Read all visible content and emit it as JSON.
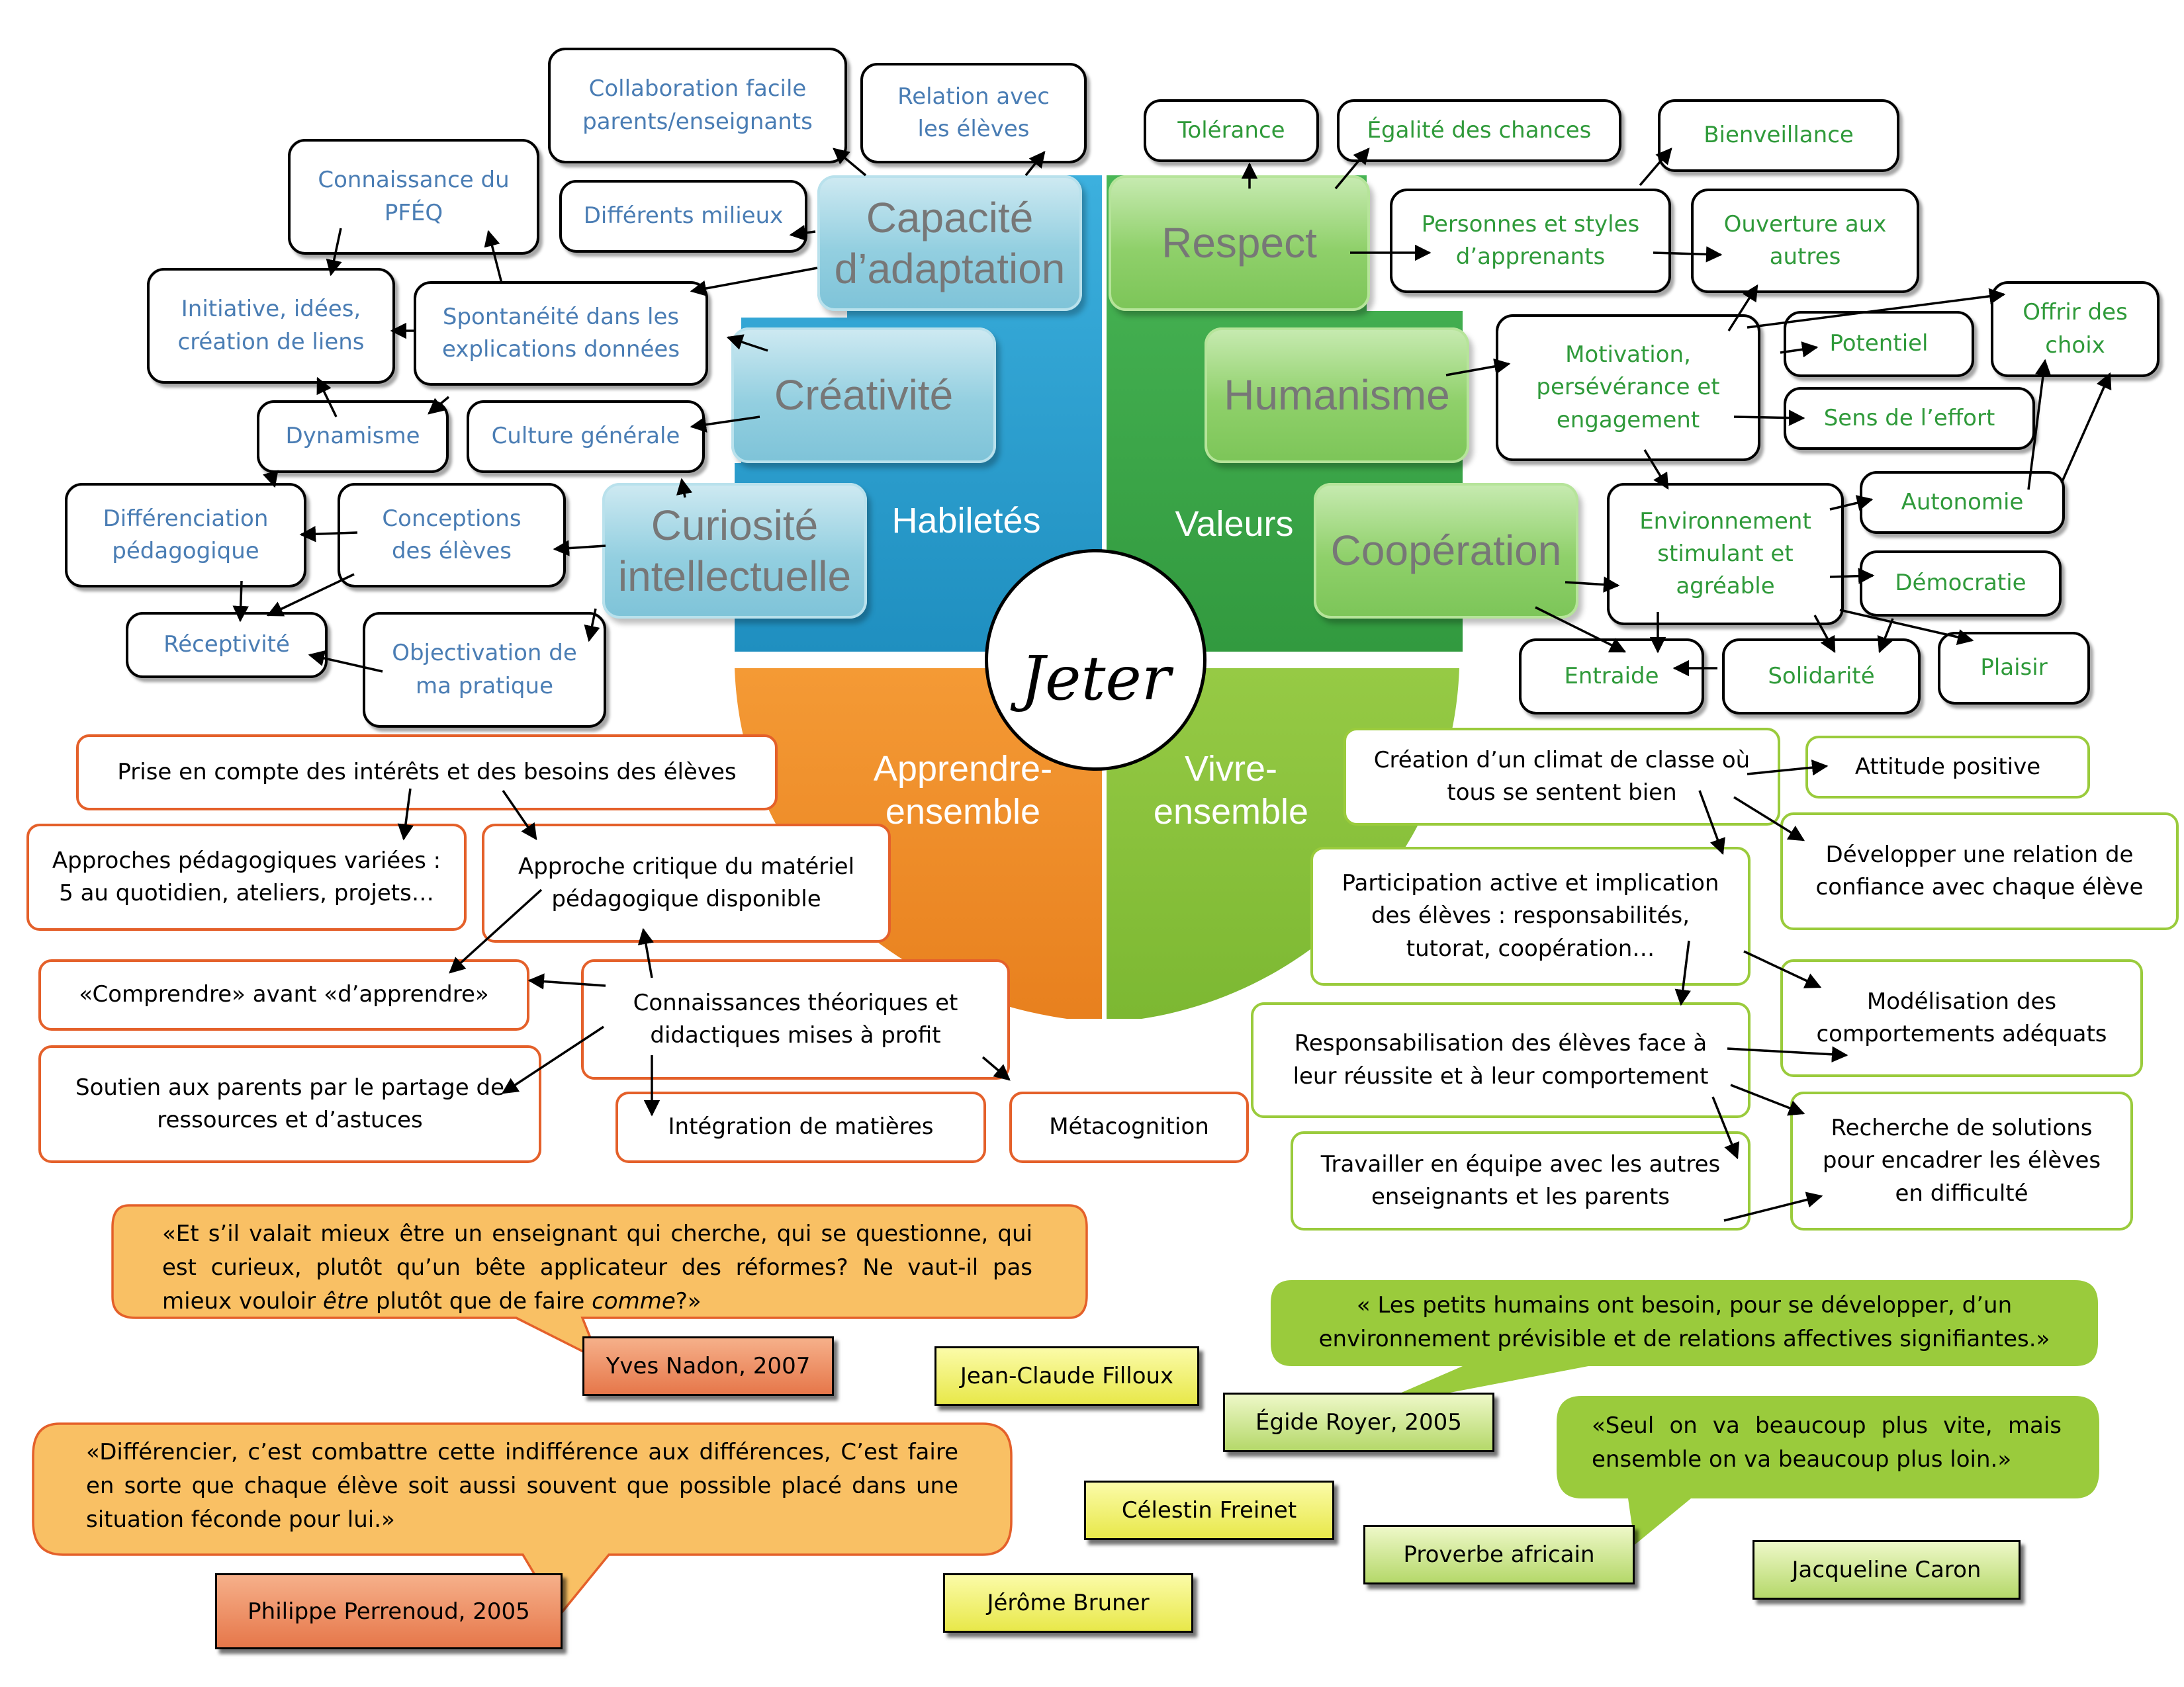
{
  "center": {
    "label": "Jeter"
  },
  "quadrants": {
    "habiletes": {
      "label": "Habiletés",
      "color": "#2a9fd0"
    },
    "valeurs": {
      "label": "Valeurs",
      "color": "#3daa49"
    },
    "apprendre": {
      "label": "Apprendre-\nensemble",
      "color": "#f0912a"
    },
    "vivre": {
      "label": "Vivre-\nensemble",
      "color": "#8cc43c"
    }
  },
  "cores": {
    "capacite": "Capacité\nd’adaptation",
    "creativite": "Créativité",
    "curiosite": "Curiosité\nintellectuelle",
    "respect": "Respect",
    "humanisme": "Humanisme",
    "cooperation": "Coopération"
  },
  "habiletes_items": {
    "collaboration": "Collaboration facile\nparents/enseignants",
    "relation": "Relation avec\nles élèves",
    "pfeq": "Connaissance du\nPFÉQ",
    "milieux": "Différents milieux",
    "initiative": "Initiative, idées,\ncréation de liens",
    "spontaneite": "Spontanéité dans les\nexplications données",
    "dynamisme": "Dynamisme",
    "culture": "Culture générale",
    "differenciation": "Différenciation\npédagogique",
    "conceptions": "Conceptions\ndes élèves",
    "receptivite": "Réceptivité",
    "objectivation": "Objectivation de\nma pratique"
  },
  "valeurs_items": {
    "tolerance": "Tolérance",
    "egalite": "Égalité des chances",
    "bienveillance": "Bienveillance",
    "personnes": "Personnes et styles\nd’apprenants",
    "ouverture": "Ouverture aux\nautres",
    "motivation": "Motivation,\npersévérance et\nengagement",
    "potentiel": "Potentiel",
    "offrir": "Offrir des\nchoix",
    "effort": "Sens de l’effort",
    "environnement": "Environnement\nstimulant et\nagréable",
    "autonomie": "Autonomie",
    "democratie": "Démocratie",
    "entraide": "Entraide",
    "solidarite": "Solidarité",
    "plaisir": "Plaisir"
  },
  "apprendre_items": {
    "interets": "Prise en compte des intérêts et des besoins des élèves",
    "approches": "Approches pédagogiques variées :\n5 au quotidien, ateliers, projets…",
    "critique": "Approche critique du matériel\npédagogique disponible",
    "comprendre": "«Comprendre» avant «d’apprendre»",
    "connaissances": "Connaissances théoriques et\ndidactiques mises à profit",
    "soutien": "Soutien aux parents par le partage de\nressources et d’astuces",
    "integration": "Intégration de matières",
    "metacognition": "Métacognition"
  },
  "vivre_items": {
    "climat": "Création d’un climat de classe où\ntous se sentent bien",
    "attitude": "Attitude positive",
    "participation": "Participation active et implication\ndes élèves : responsabilités,\ntutorat, coopération…",
    "confiance": "Développer une relation de\nconfiance avec chaque élève",
    "modelisation": "Modélisation des\ncomportements adéquats",
    "responsabilisation": "Responsabilisation des élèves face à\nleur réussite et à leur comportement",
    "recherche": "Recherche de solutions\npour encadrer les élèves\nen difficulté",
    "equipe": "Travailler en équipe avec les autres\nenseignants et les parents"
  },
  "quotes": {
    "nadon": {
      "pre": "«Et s’il valait mieux être un enseignant qui cherche, qui se questionne, qui est curieux, plutôt qu’un bête applicateur des réformes? Ne vaut-il pas mieux vouloir ",
      "em1": "être",
      "mid": " plutôt que de faire ",
      "em2": "comme",
      "post": "?»",
      "author": "Yves Nadon, 2007"
    },
    "perrenoud": {
      "text": "«Différencier, c’est combattre cette indifférence aux différences, C’est faire en sorte que chaque élève soit aussi souvent que possible placé dans une situation féconde pour lui.»",
      "author": "Philippe Perrenoud, 2005"
    },
    "royer": {
      "text": "« Les petits humains ont besoin, pour se développer, d’un environnement prévisible et de relations affectives signifiantes.»",
      "author": "Égide Royer, 2005"
    },
    "proverbe": {
      "text": "«Seul on va beaucoup plus vite, mais ensemble on va beaucoup plus loin.»",
      "author": "Proverbe africain"
    }
  },
  "authors": {
    "filloux": "Jean-Claude Filloux",
    "freinet": "Célestin Freinet",
    "bruner": "Jérôme Bruner",
    "caron": "Jacqueline Caron"
  }
}
